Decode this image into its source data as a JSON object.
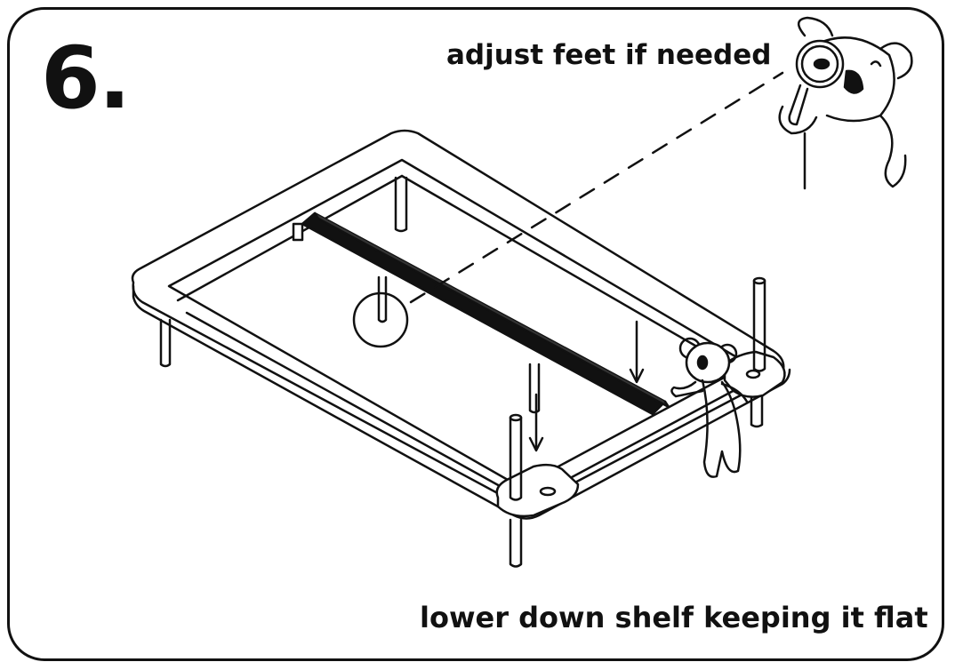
{
  "step": {
    "number": "6."
  },
  "captions": {
    "top": "adjust feet if needed",
    "bottom": "lower down shelf keeping it flat"
  },
  "icons": {
    "koala_inspector": "koala-with-magnifier-icon",
    "koala_helper": "koala-helper-icon"
  },
  "colors": {
    "ink": "#111111",
    "background": "#ffffff"
  }
}
